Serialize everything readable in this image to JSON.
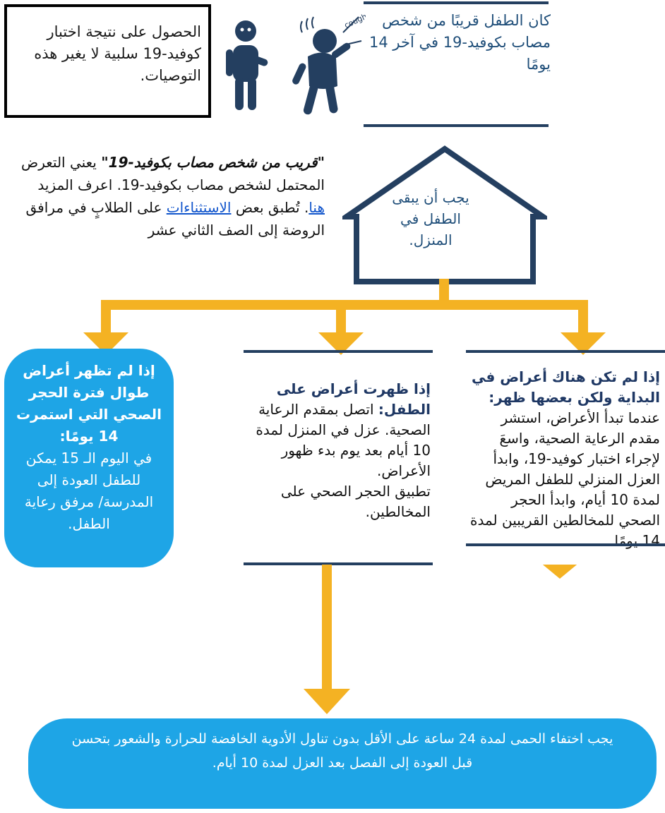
{
  "colors": {
    "navy": "#243f60",
    "orange": "#f4b223",
    "blue": "#1ea5e6"
  },
  "note": {
    "text": "الحصول على نتيجة اختبار كوفيد-19 سلبية لا يغير هذه التوصيات."
  },
  "icons": {
    "standing_person": "standing-person-icon",
    "coughing_person": "coughing-person-icon",
    "cough_label": "cough"
  },
  "exposure": {
    "text": "كان الطفل قريبًا من شخص مصاب بكوفيد-19 في آخر 14 يومًا"
  },
  "definition": {
    "term": "\"قريب من شخص مصاب بكوفيد-19\"",
    "part1": " يعني التعرض المحتمل لشخص مصاب بكوفيد-19. اعرف المزيد ",
    "link1": "هنا",
    "part2": ". تُطبق بعض ",
    "link2": "الاستثناءات",
    "part3": " على الطلابٍ في مرافق الروضة إلى الصف الثاني عشر"
  },
  "house": {
    "text": "يجب أن يبقى الطفل في المنزل."
  },
  "branch_right": {
    "heading": "إذا لم تكن هناك أعراض في البداية ولكن بعضها ظهر:",
    "body": "عندما تبدأ الأعراض، استشر مقدم الرعاية الصحية، واسعَ لإجراء اختبار كوفيد-19، وابدأ العزل المنزلي للطفل المريض لمدة 10 أيام، وابدأ الحجر الصحي للمخالطين القريبين لمدة 14 يومًا."
  },
  "branch_middle": {
    "heading": "إذا ظهرت أعراض على الطفل:",
    "body1": " اتصل بمقدم الرعاية الصحية.  عزل في المنزل لمدة 10 أيام بعد يوم بدء ظهور الأعراض.",
    "body2": "تطبيق الحجر الصحي على المخالطين."
  },
  "branch_left": {
    "heading": "إذا لم تظهر أعراض طوال فترة الحجر الصحي التي استمرت 14 يومًا:",
    "body": "في اليوم الـ 15 يمكن للطفل العودة إلى المدرسة/ مرفق رعاية الطفل."
  },
  "bottom": {
    "text": "يجب اختفاء الحمى لمدة 24 ساعة على الأقل بدون تناول الأدوية الخافضة للحرارة والشعور بتحسن قبل العودة إلى الفصل بعد العزل لمدة 10 أيام."
  }
}
